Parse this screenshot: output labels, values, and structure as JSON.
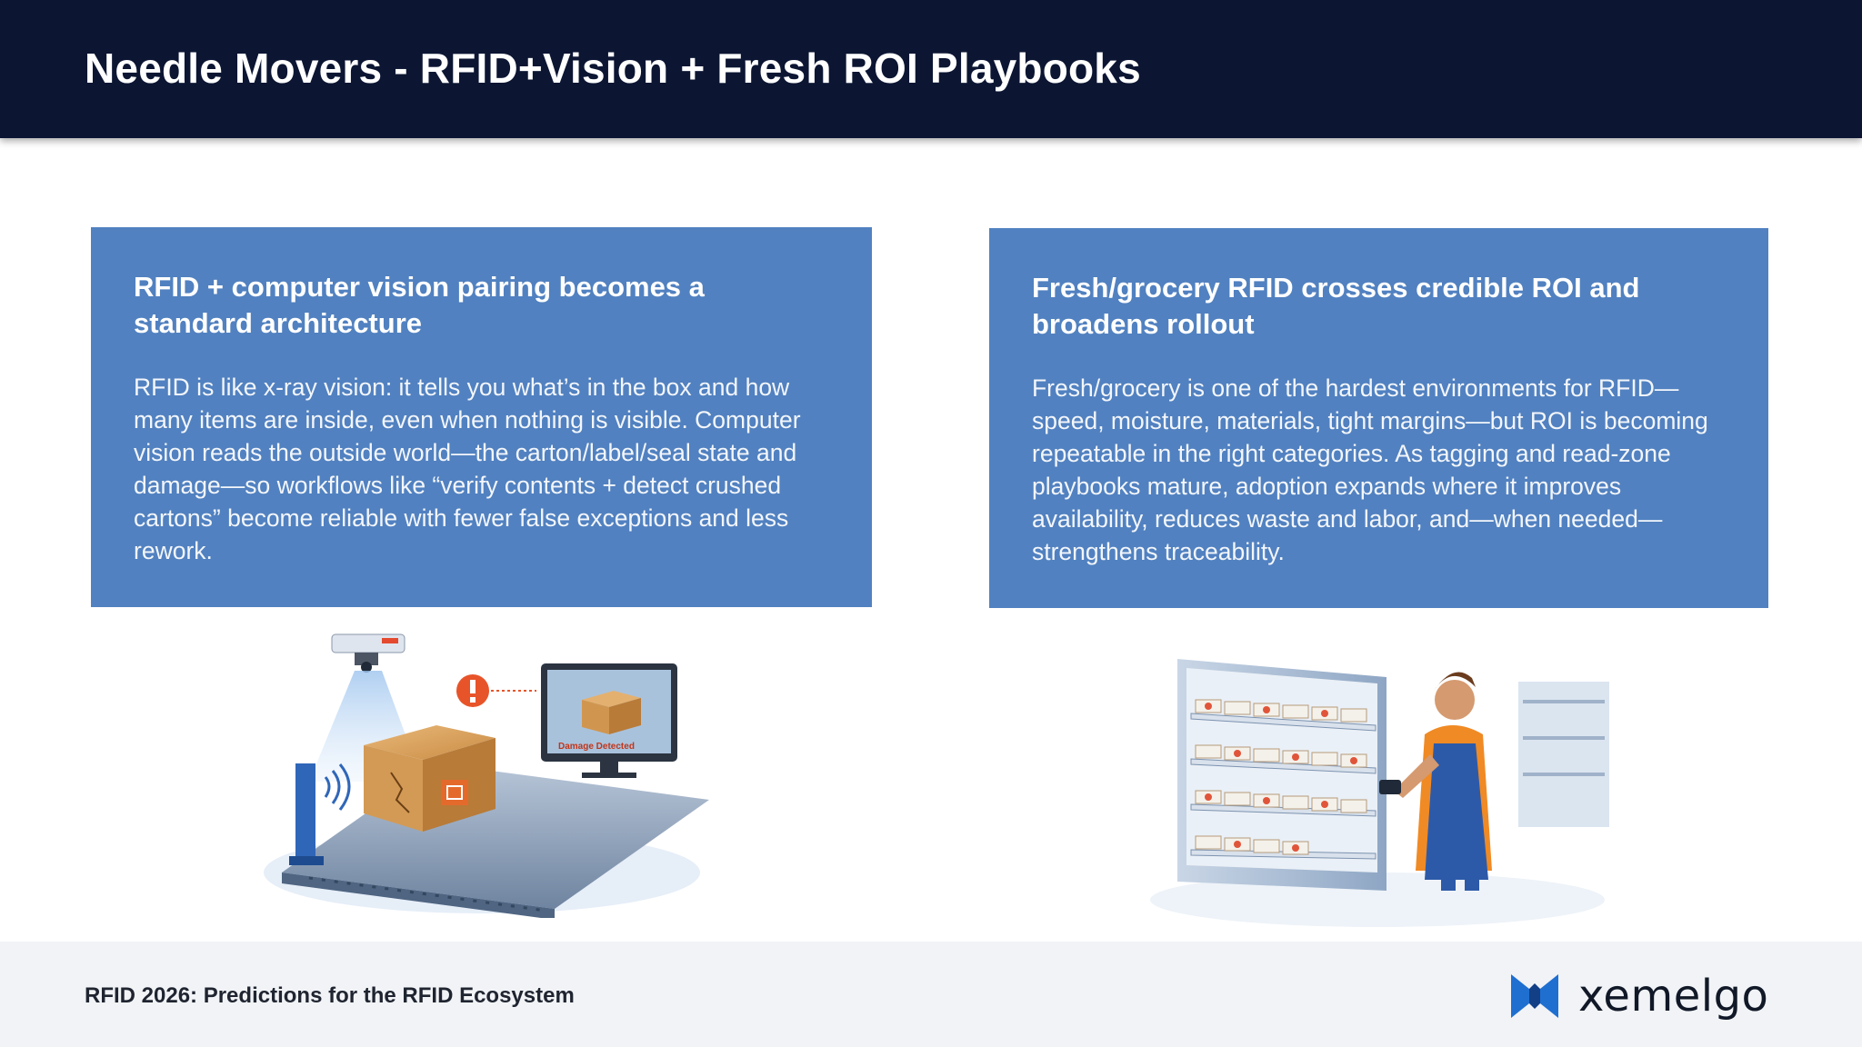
{
  "header": {
    "title": "Needle Movers - RFID+Vision + Fresh ROI Playbooks"
  },
  "cards": [
    {
      "title": "RFID + computer vision pairing becomes a standard architecture",
      "body": "RFID is like x-ray vision: it tells you what’s in the box and how many items are inside, even when nothing is visible. Computer vision reads the outside world—the carton/label/seal state and damage—so workflows like “verify contents + detect crushed cartons” become reliable with fewer false exceptions and less rework."
    },
    {
      "title": "Fresh/grocery RFID crosses credible ROI and broadens rollout",
      "body": "Fresh/grocery is one of the hardest environments for RFID—speed, moisture, materials, tight margins—but ROI is becoming repeatable in the right categories. As tagging and read-zone playbooks mature, adoption expands where it improves availability, reduces waste and labor, and—when needed—strengthens traceability."
    }
  ],
  "illustrations": {
    "left_caption": "Damage Detected",
    "left_icon": "conveyor-camera-damage-illustration",
    "right_icon": "grocery-shelf-worker-illustration"
  },
  "footer": {
    "text": "RFID 2026: Predictions for the RFID Ecosystem",
    "brand": "xemelgo"
  },
  "colors": {
    "header_bg": "#0c1633",
    "card_bg": "#5181c0",
    "footer_bg": "#f1f3f6",
    "brand_blue": "#1f6fd1"
  }
}
